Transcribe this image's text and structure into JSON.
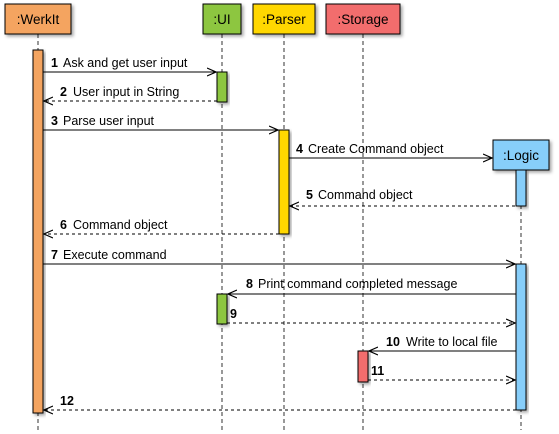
{
  "participants": [
    {
      "id": "werkit",
      "label": ":WerkIt",
      "fill": "#F4A460",
      "bar_fill": "#F4A460"
    },
    {
      "id": "ui",
      "label": ":UI",
      "fill": "#8DC63F",
      "bar_fill": "#8DC63F"
    },
    {
      "id": "parser",
      "label": ":Parser",
      "fill": "#FFD700",
      "bar_fill": "#FFD700"
    },
    {
      "id": "storage",
      "label": ":Storage",
      "fill": "#F26D6D",
      "bar_fill": "#F26D6D"
    },
    {
      "id": "logic",
      "label": ":Logic",
      "fill": "#87CEFA",
      "bar_fill": "#87CEFA"
    }
  ],
  "messages": [
    {
      "num": "1",
      "text": "Ask and get user input",
      "from": "werkit",
      "to": "ui",
      "style": "solid"
    },
    {
      "num": "2",
      "text": "User input in String",
      "from": "ui",
      "to": "werkit",
      "style": "dashed"
    },
    {
      "num": "3",
      "text": "Parse user input",
      "from": "werkit",
      "to": "parser",
      "style": "solid"
    },
    {
      "num": "4",
      "text": "Create Command object",
      "from": "parser",
      "to": "logic",
      "style": "solid"
    },
    {
      "num": "5",
      "text": "Command object",
      "from": "logic",
      "to": "parser",
      "style": "dashed"
    },
    {
      "num": "6",
      "text": "Command object",
      "from": "parser",
      "to": "werkit",
      "style": "dashed"
    },
    {
      "num": "7",
      "text": "Execute command",
      "from": "werkit",
      "to": "logic",
      "style": "solid"
    },
    {
      "num": "8",
      "text": "Print command completed message",
      "from": "logic",
      "to": "ui",
      "style": "solid"
    },
    {
      "num": "9",
      "text": "",
      "from": "ui",
      "to": "logic",
      "style": "dashed"
    },
    {
      "num": "10",
      "text": "Write to local file",
      "from": "logic",
      "to": "storage",
      "style": "solid"
    },
    {
      "num": "11",
      "text": "",
      "from": "storage",
      "to": "logic",
      "style": "dashed"
    },
    {
      "num": "12",
      "text": "",
      "from": "logic",
      "to": "werkit",
      "style": "dashed"
    }
  ]
}
